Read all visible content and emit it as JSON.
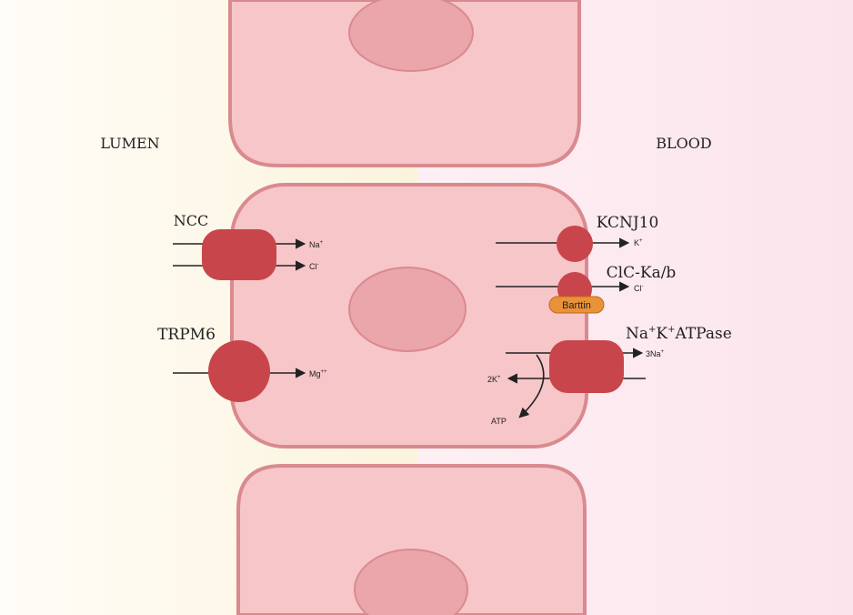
{
  "regions": {
    "lumen": "LUMEN",
    "blood": "BLOOD"
  },
  "proteins": {
    "ncc": "NCC",
    "trpm6": "TRPM6",
    "kcnj10": "KCNJ10",
    "clc_ka_b": "ClC-Ka/b",
    "barttin": "Barttin",
    "na_k_atpase": {
      "base": "Na",
      "sup1": "+",
      "mid": "K",
      "sup2": "+",
      "rest": "ATPase"
    }
  },
  "ions": {
    "na": {
      "base": "Na",
      "sup": "+"
    },
    "cl": {
      "base": "Cl",
      "sup": "-"
    },
    "mg": {
      "base": "Mg",
      "sup": "++"
    },
    "k": {
      "base": "K",
      "sup": "+"
    },
    "cl_blood": {
      "base": "Cl",
      "sup": "-"
    },
    "three_na": {
      "base": "3Na",
      "sup": "+"
    },
    "two_k": {
      "base": "2K",
      "sup": "+"
    },
    "atp": "ATP"
  },
  "colors": {
    "lumen_bg": "#fbf3dc",
    "blood_bg": "#fce4ec",
    "cell_fill": "#f7c6c9",
    "cell_stroke": "#d98a8f",
    "nucleus_fill": "#eaa6aa",
    "protein_fill": "#c8464b",
    "barttin_fill": "#e8923a",
    "arrow": "#222222"
  }
}
